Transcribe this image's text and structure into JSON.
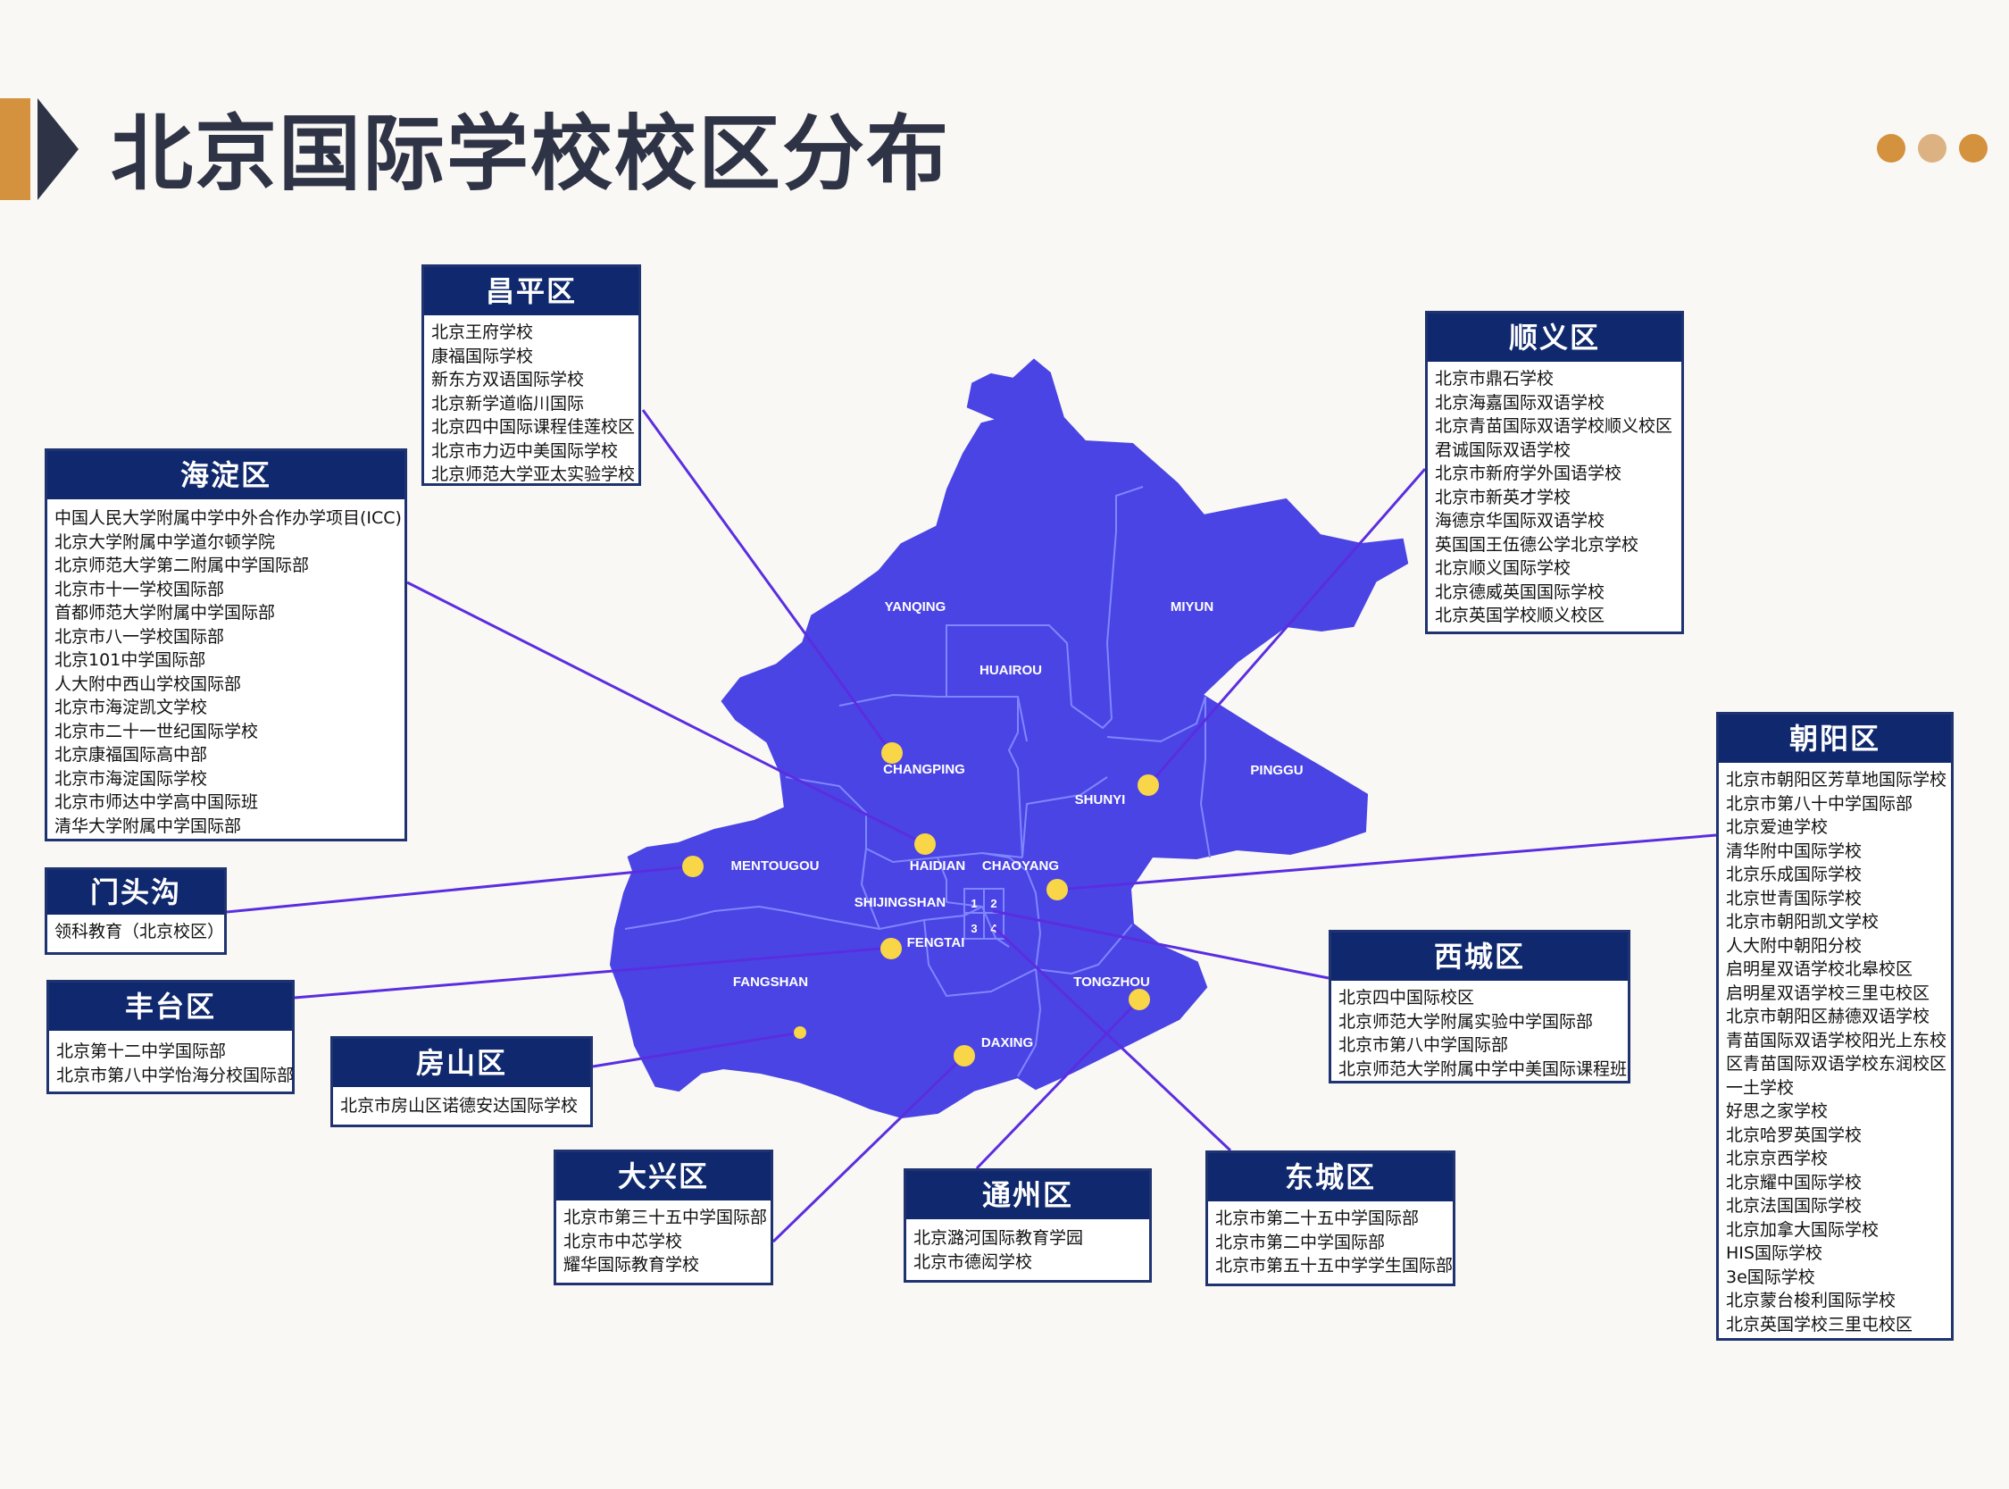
{
  "header": {
    "title": "北京国际学校校区分布"
  },
  "colors": {
    "map_fill": "#4a44e4",
    "accent": "#d4913e",
    "title": "#2f3346",
    "box_header": "#10296e",
    "marker": "#f8d648",
    "leader_line": "#5a2ee0"
  },
  "map_labels": {
    "yanqing": "YANQING",
    "miyun": "MIYUN",
    "huairou": "HUAIROU",
    "changping": "CHANGPING",
    "shunyi": "SHUNYI",
    "pinggu": "PINGGU",
    "mentougou": "MENTOUGOU",
    "haidian": "HAIDIAN",
    "chaoyang": "CHAOYANG",
    "shijingshan": "SHIJINGSHAN",
    "fengtai": "FENGTAI",
    "fangshan": "FANGSHAN",
    "tongzhou": "TONGZHOU",
    "daxing": "DAXING",
    "n1": "1",
    "n2": "2",
    "n3": "3",
    "n4": "4"
  },
  "districts": {
    "changping": {
      "name": "昌平区",
      "schools": [
        "北京王府学校",
        "康福国际学校",
        "新东方双语国际学校",
        "北京新学道临川国际",
        "北京四中国际课程佳莲校区",
        "北京市力迈中美国际学校",
        "北京师范大学亚太实验学校"
      ]
    },
    "haidian": {
      "name": "海淀区",
      "schools": [
        "中国人民大学附属中学中外合作办学项目(ICC)",
        "北京大学附属中学道尔顿学院",
        "北京师范大学第二附属中学国际部",
        "北京市十一学校国际部",
        "首都师范大学附属中学国际部",
        "北京市八一学校国际部",
        "北京101中学国际部",
        "人大附中西山学校国际部",
        "北京市海淀凯文学校",
        "北京市二十一世纪国际学校",
        "北京康福国际高中部",
        "北京市海淀国际学校",
        "北京市师达中学高中国际班",
        "清华大学附属中学国际部"
      ]
    },
    "mentougou": {
      "name": "门头沟",
      "schools": [
        "领科教育（北京校区）"
      ]
    },
    "fengtai": {
      "name": "丰台区",
      "schools": [
        "北京第十二中学国际部",
        "北京市第八中学怡海分校国际部"
      ]
    },
    "fangshan": {
      "name": "房山区",
      "schools": [
        "北京市房山区诺德安达国际学校"
      ]
    },
    "daxing": {
      "name": "大兴区",
      "schools": [
        "北京市第三十五中学国际部",
        "北京市中芯学校",
        "耀华国际教育学校"
      ]
    },
    "tongzhou": {
      "name": "通州区",
      "schools": [
        "北京潞河国际教育学园",
        "北京市德闳学校"
      ]
    },
    "dongcheng": {
      "name": "东城区",
      "schools": [
        "北京市第二十五中学国际部",
        "北京市第二中学国际部",
        "北京市第五十五中学学生国际部"
      ]
    },
    "xicheng": {
      "name": "西城区",
      "schools": [
        "北京四中国际校区",
        "北京师范大学附属实验中学国际部",
        "北京市第八中学国际部",
        "北京师范大学附属中学中美国际课程班"
      ]
    },
    "shunyi": {
      "name": "顺义区",
      "schools": [
        "北京市鼎石学校",
        "北京海嘉国际双语学校",
        "北京青苗国际双语学校顺义校区",
        "君诚国际双语学校",
        "北京市新府学外国语学校",
        "北京市新英才学校",
        "海德京华国际双语学校",
        "英国国王伍德公学北京学校",
        "北京顺义国际学校",
        "北京德威英国国际学校",
        "北京英国学校顺义校区"
      ]
    },
    "chaoyang": {
      "name": "朝阳区",
      "schools": [
        "北京市朝阳区芳草地国际学校",
        "北京市第八十中学国际部",
        "北京爱迪学校",
        "清华附中国际学校",
        "北京乐成国际学校",
        "北京世青国际学校",
        "北京市朝阳凯文学校",
        "人大附中朝阳分校",
        "启明星双语学校北皋校区",
        "启明星双语学校三里屯校区",
        "北京市朝阳区赫德双语学校",
        "青苗国际双语学校阳光上东校",
        "区青苗国际双语学校东润校区",
        "一土学校",
        "好思之家学校",
        "北京哈罗英国学校",
        "北京京西学校",
        "北京耀中国际学校",
        "北京法国国际学校",
        "北京加拿大国际学校",
        "HIS国际学校",
        "3e国际学校",
        "北京蒙台梭利国际学校",
        "北京英国学校三里屯校区"
      ]
    }
  }
}
